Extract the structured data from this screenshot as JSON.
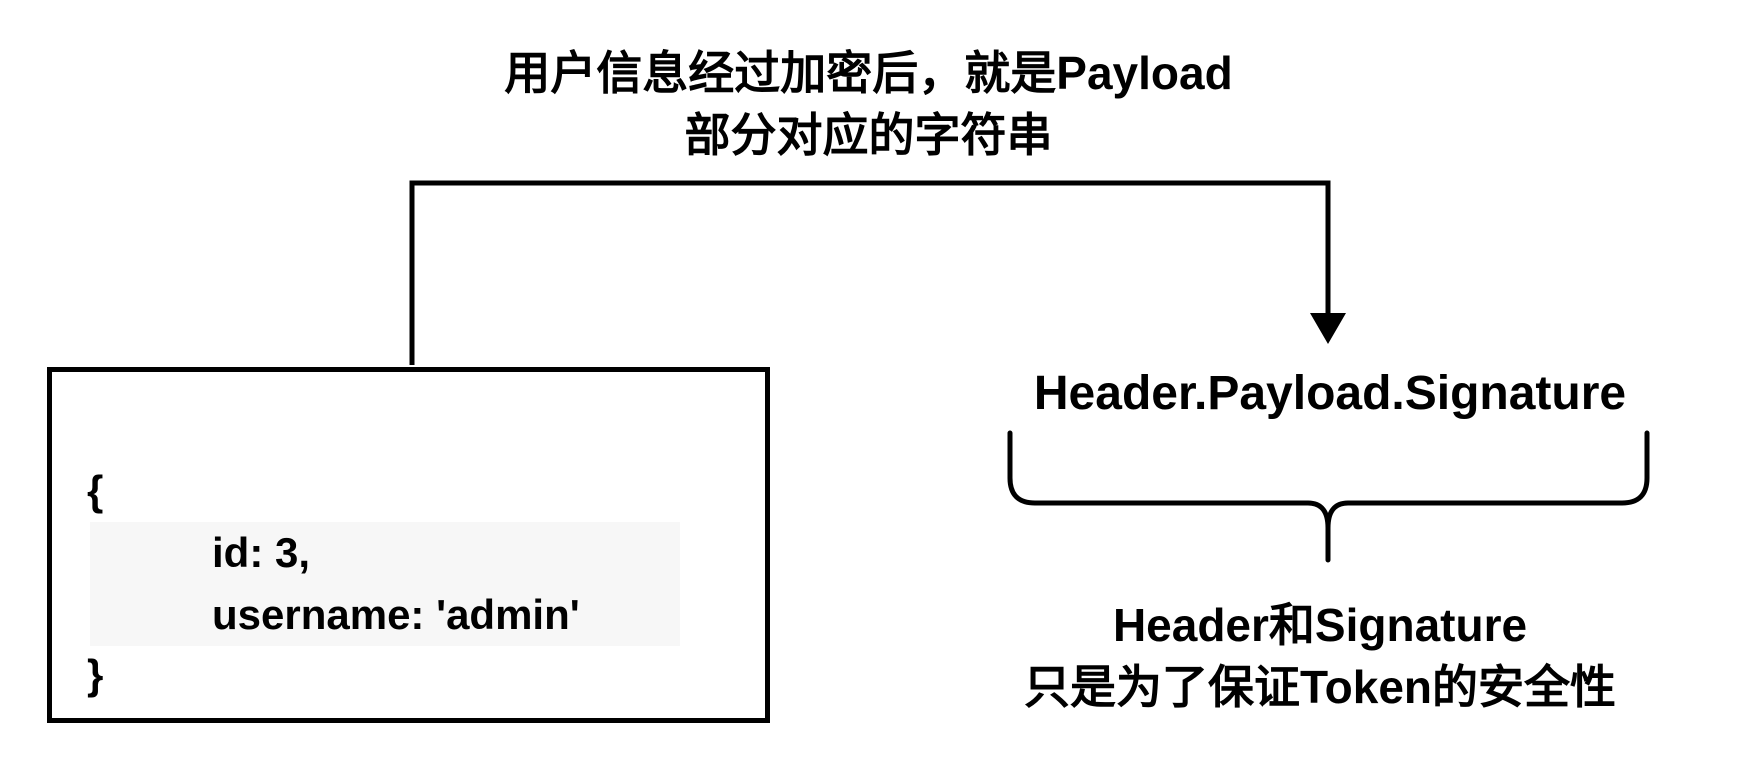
{
  "top_caption": {
    "line1": "用户信息经过加密后，就是Payload",
    "line2": "部分对应的字符串"
  },
  "json_box": {
    "open_brace": "{",
    "line_id": "id: 3,",
    "line_username": "username: 'admin'",
    "close_brace": "}"
  },
  "token_format": "Header.Payload.Signature",
  "bottom_caption": {
    "line1": "Header和Signature",
    "line2": "只是为了保证Token的安全性"
  }
}
